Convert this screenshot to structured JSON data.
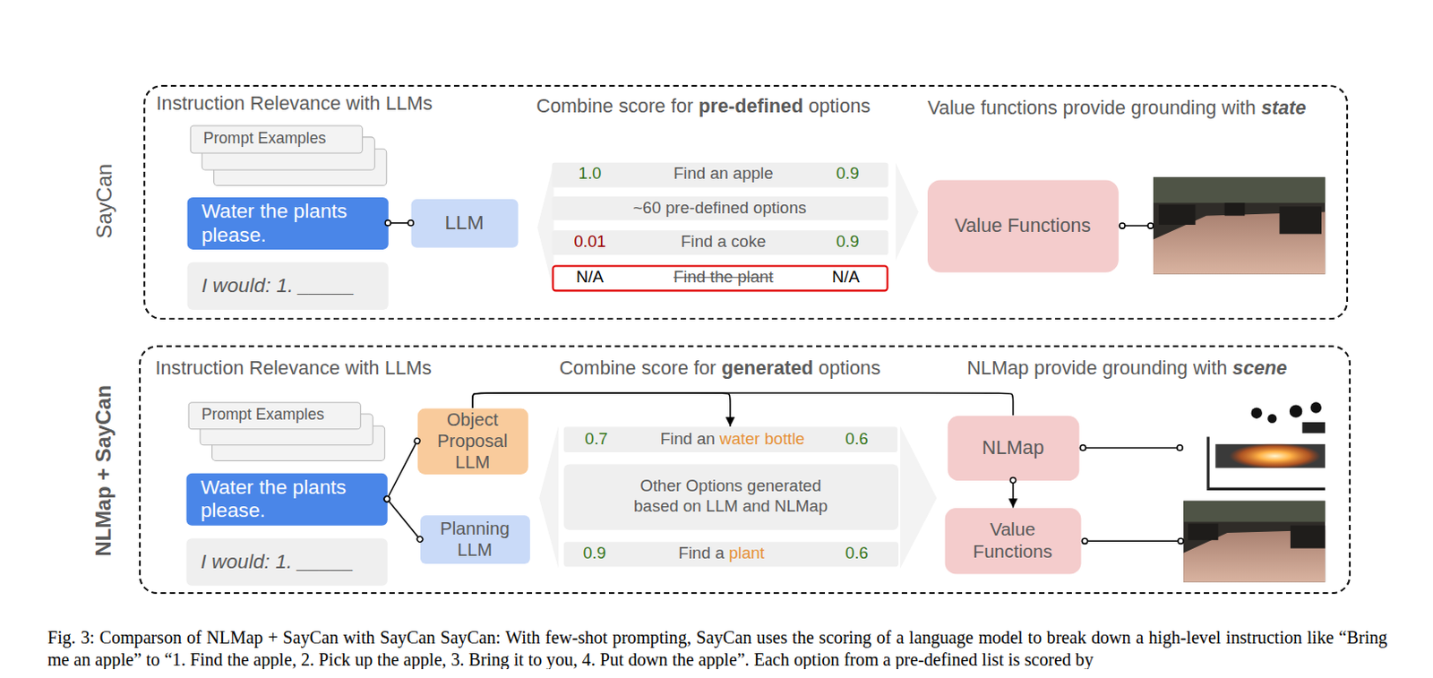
{
  "diagram": {
    "caption": "Fig. 3: Comparson of NLMap + SayCan with SayCan SayCan: With few-shot prompting, SayCan uses the scoring of a language model to break down a high-level instruction like “Bring me an apple” to “1. Find the apple, 2. Pick up the apple, 3. Bring it to you, 4. Put down the apple”. Each option from a pre-defined list is scored by",
    "nodes": [
      {
        "text": [
          "SayCan",
          "Instruction Relevance with LLMs",
          "Combine score for",
          "pre-defined",
          "options",
          "Value functions provide grounding with",
          "state"
        ]
      },
      {
        "text": [
          "Prompt Examples"
        ],
        "in": 0
      },
      {
        "text": [
          "Water the plants please."
        ],
        "in": 0
      },
      {
        "text": [
          "I would: 1. _____"
        ],
        "in": 0
      },
      {
        "text": [
          "LLM"
        ],
        "in": 0
      },
      {
        "text": [
          "1.0",
          "Find an apple",
          "0.9"
        ],
        "in": 0
      },
      {
        "text": [
          "~60 pre-defined options"
        ],
        "in": 0
      },
      {
        "text": [
          "0.01",
          "Find a coke",
          "0.9"
        ],
        "in": 0
      },
      {
        "text": [
          "N/A",
          "Find the plant",
          "N/A"
        ],
        "in": 0
      },
      {
        "text": [
          "Value Functions"
        ],
        "in": 0
      },
      {
        "text": [
          "NLMap + SayCan",
          "Instruction Relevance with LLMs",
          "Combine score for",
          "generated",
          "options",
          "NLMap provide grounding with",
          "scene"
        ]
      },
      {
        "text": [
          "Prompt Examples"
        ],
        "in": 10
      },
      {
        "text": [
          "Water the plants please."
        ],
        "in": 10
      },
      {
        "text": [
          "I would: 1. _____"
        ],
        "in": 10
      },
      {
        "text": [
          "Object Proposal LLM"
        ],
        "in": 10
      },
      {
        "text": [
          "Planning LLM"
        ],
        "in": 10
      },
      {
        "text": [
          "0.7",
          "Find an",
          "water bottle",
          "0.6"
        ],
        "in": 10
      },
      {
        "text": [
          "Other Options generated based on LLM and NLMap"
        ],
        "in": 10
      },
      {
        "text": [
          "0.9",
          "Find a",
          "plant",
          "0.6"
        ],
        "in": 10
      },
      {
        "text": [
          "NLMap"
        ],
        "in": 10
      },
      {
        "text": [
          "Value Functions"
        ],
        "in": 10
      }
    ],
    "edges": [
      {
        "from": 2,
        "to": 4,
        "arrow": "none"
      },
      {
        "from": 12,
        "to": 14,
        "arrow": "none"
      },
      {
        "from": 12,
        "to": 15,
        "arrow": "none"
      },
      {
        "from": 14,
        "to": 19,
        "arrow": "none"
      },
      {
        "from": 14,
        "to": 16,
        "arrow": "to"
      },
      {
        "from": 19,
        "to": 20,
        "arrow": "to"
      }
    ]
  }
}
